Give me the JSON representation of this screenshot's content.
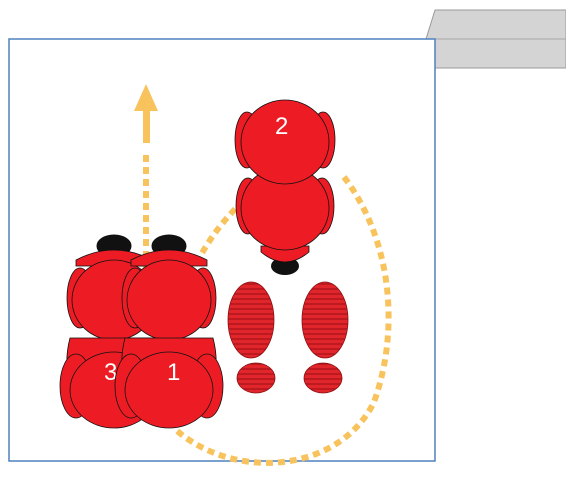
{
  "diagram": {
    "robots": [
      {
        "label": "3",
        "body_color": "#ED1C24",
        "nose_color": "#111111"
      },
      {
        "label": "1",
        "body_color": "#ED1C24",
        "nose_color": "#111111"
      },
      {
        "label": "2",
        "body_color": "#ED1C24",
        "nose_color": "#111111"
      }
    ],
    "footprints": {
      "color": "#E0262B",
      "count": 2
    },
    "path_color": "#F8C35C",
    "frame_color": "#4F81BD",
    "pedestal_color": "#D4D4D4"
  }
}
